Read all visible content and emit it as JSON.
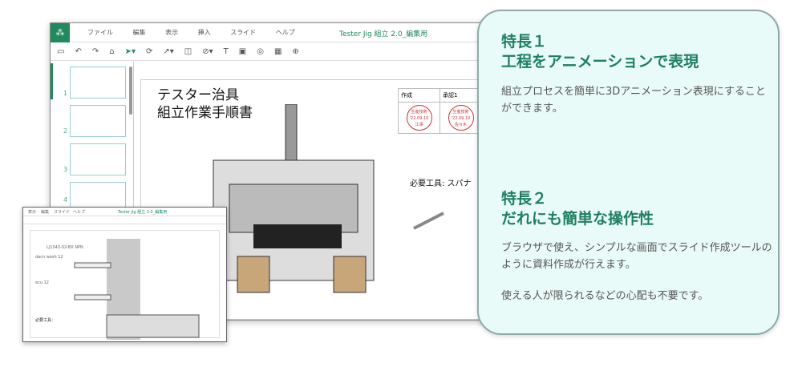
{
  "app": {
    "title": "Tester Jig 組立 2.0_編集用",
    "menu": [
      "ファイル",
      "編集",
      "表示",
      "挿入",
      "スライド",
      "ヘルプ"
    ]
  },
  "slides": [
    "1",
    "2",
    "3",
    "4"
  ],
  "slide": {
    "title_line1": "テスター治具",
    "title_line2": "組立作業手順書",
    "stamp": {
      "headers": [
        "作成",
        "承認1"
      ],
      "seals": [
        {
          "dept": "生産技術",
          "date": "'22.09.10",
          "name": "江澤"
        },
        {
          "dept": "生産技術",
          "date": "'22.09.10",
          "name": "佐々木"
        }
      ]
    },
    "tools": "必要工具: スパナ"
  },
  "inset": {
    "title": "Tester Jig 組立 2.0_編集用",
    "menu": [
      "表示",
      "編集",
      "スライド",
      "ヘルプ"
    ],
    "labels": [
      "LJ1S43-02-BX NPN",
      "dacn wash 12",
      "ecu 12"
    ],
    "tools": "必要工具："
  },
  "features": [
    {
      "heading1": "特長１",
      "heading2": "工程をアニメーションで表現",
      "body": "組立プロセスを簡単に3Dアニメーション表現にすることができます。"
    },
    {
      "heading1": "特長２",
      "heading2": "だれにも簡単な操作性",
      "body": "ブラウザで使え、シンプルな画面でスライド作成ツールのように資料作成が行えます。",
      "body2": "使える人が限られるなどの心配も不要です。"
    }
  ],
  "colors": {
    "accent": "#1e8a5e",
    "card_bg": "#e9fbf8"
  }
}
